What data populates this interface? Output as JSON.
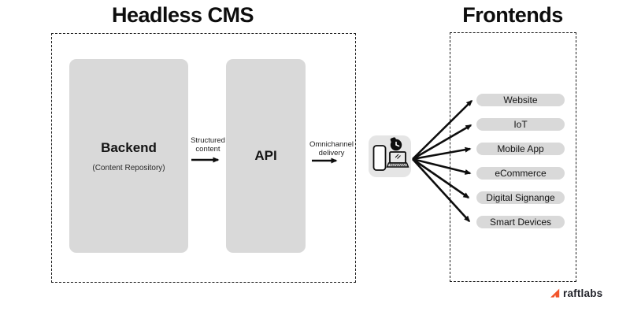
{
  "titles": {
    "left": "Headless CMS",
    "right": "Frontends"
  },
  "cms": {
    "backend": {
      "title": "Backend",
      "subtitle": "(Content Repository)"
    },
    "api": {
      "title": "API"
    },
    "structured_label": "Structured content",
    "omnichannel_label": "Omnichannel delivery"
  },
  "frontends": [
    "Website",
    "IoT",
    "Mobile App",
    "eCommerce",
    "Digital Signange",
    "Smart Devices"
  ],
  "devices_icons": [
    "smartphone-icon",
    "smartwatch-icon",
    "laptop-icon"
  ],
  "logo": {
    "text": "raftlabs",
    "accent_color": "#f2552c"
  },
  "colors": {
    "box_gray": "#d9d9d9",
    "device_gray": "#e5e5e5",
    "line_black": "#0d0d0d"
  }
}
